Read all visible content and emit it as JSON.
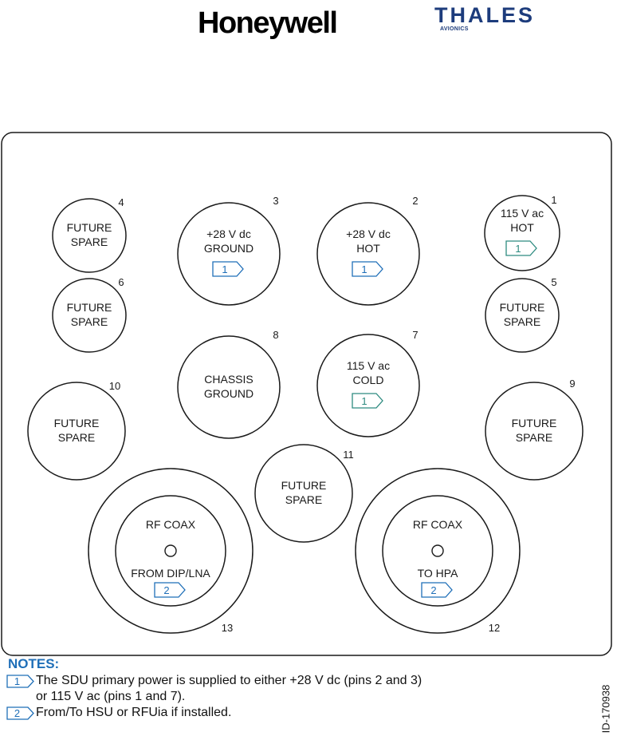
{
  "brands": {
    "honeywell": "Honeywell",
    "thales": "THALES",
    "thales_sub": "AVIONICS"
  },
  "pins": [
    {
      "number": "1",
      "lines": [
        "115 V ac",
        "HOT"
      ],
      "note": "1"
    },
    {
      "number": "2",
      "lines": [
        "+28 V dc",
        "HOT"
      ],
      "note": "1"
    },
    {
      "number": "3",
      "lines": [
        "+28 V dc",
        "GROUND"
      ],
      "note": "1"
    },
    {
      "number": "4",
      "lines": [
        "FUTURE",
        "SPARE"
      ]
    },
    {
      "number": "5",
      "lines": [
        "FUTURE",
        "SPARE"
      ]
    },
    {
      "number": "6",
      "lines": [
        "FUTURE",
        "SPARE"
      ]
    },
    {
      "number": "7",
      "lines": [
        "115 V ac",
        "COLD"
      ],
      "note": "1"
    },
    {
      "number": "8",
      "lines": [
        "CHASSIS",
        "GROUND"
      ]
    },
    {
      "number": "9",
      "lines": [
        "FUTURE",
        "SPARE"
      ]
    },
    {
      "number": "10",
      "lines": [
        "FUTURE",
        "SPARE"
      ]
    },
    {
      "number": "11",
      "lines": [
        "FUTURE",
        "SPARE"
      ]
    },
    {
      "number": "12",
      "top": "RF COAX",
      "bottom": "TO HPA",
      "note": "2"
    },
    {
      "number": "13",
      "top": "RF COAX",
      "bottom": "FROM DIP/LNA",
      "note": "2"
    }
  ],
  "notes": {
    "title": "NOTES:",
    "items": [
      {
        "marker": "1",
        "lines": [
          "The SDU primary power is supplied to either +28 V dc (pins 2 and 3)",
          "or 115 V ac (pins 1 and 7)."
        ]
      },
      {
        "marker": "2",
        "lines": [
          "From/To HSU or RFUia if installed."
        ]
      }
    ]
  },
  "doc_id": "ID-170938",
  "colors": {
    "line": "#1a1a1a",
    "note_accent": "#1f6fb8",
    "note_accent_alt": "#2e8b80",
    "thales_blue": "#1d3c7c"
  }
}
